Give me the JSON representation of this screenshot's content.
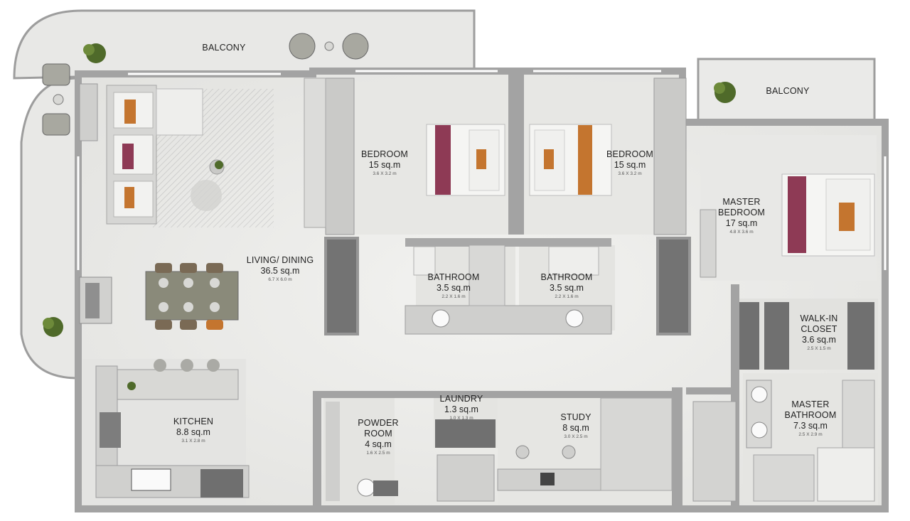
{
  "rooms": {
    "balcony_left": {
      "name": "BALCONY"
    },
    "balcony_right": {
      "name": "BALCONY"
    },
    "bedroom_1": {
      "name": "BEDROOM",
      "area": "15 sq.m",
      "dim": "3.6 X 3.2 m"
    },
    "bedroom_2": {
      "name": "BEDROOM",
      "area": "15 sq.m",
      "dim": "3.6 X 3.2 m"
    },
    "master_bedroom": {
      "name_line1": "MASTER",
      "name_line2": "BEDROOM",
      "area": "17 sq.m",
      "dim": "4.8 X 3.6 m"
    },
    "living_dining": {
      "name": "LIVING/ DINING",
      "area": "36.5 sq.m",
      "dim": "6.7 X 6.0 m"
    },
    "bathroom_1": {
      "name": "BATHROOM",
      "area": "3.5 sq.m",
      "dim": "2.2 X 1.6 m"
    },
    "bathroom_2": {
      "name": "BATHROOM",
      "area": "3.5 sq.m",
      "dim": "2.2 X 1.6 m"
    },
    "walk_in_closet": {
      "name_line1": "WALK-IN",
      "name_line2": "CLOSET",
      "area": "3.6 sq.m",
      "dim": "2.5 X 1.5 m"
    },
    "kitchen": {
      "name": "KITCHEN",
      "area": "8.8 sq.m",
      "dim": "3.1 X 2.8 m"
    },
    "powder_room": {
      "name_line1": "POWDER",
      "name_line2": "ROOM",
      "area": "4 sq.m",
      "dim": "1.6 X 2.5 m"
    },
    "laundry": {
      "name": "LAUNDRY",
      "area": "1.3 sq.m",
      "dim": "1.0 X 1.3 m"
    },
    "study": {
      "name": "STUDY",
      "area": "8 sq.m",
      "dim": "3.0 X 2.5 m"
    },
    "master_bathroom": {
      "name_line1": "MASTER",
      "name_line2": "BATHROOM",
      "area": "7.3 sq.m",
      "dim": "2.5 X 2.9 m"
    }
  },
  "colors": {
    "wall": "#9c9c9c",
    "floor": "#ebebe8",
    "marble": "#e6e6e3",
    "bed_accent": "#8e3a55",
    "pillow": "#c4752f",
    "plant": "#4f6a2a",
    "chair": "#7a6a55"
  }
}
